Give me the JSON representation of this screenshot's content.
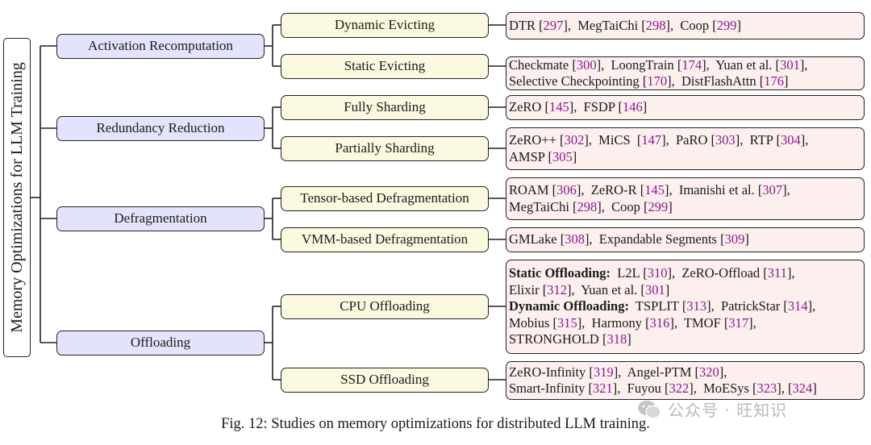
{
  "root": {
    "label": "Memory Optimizations for LLM Training"
  },
  "categories": [
    {
      "label": "Activation Recomputation",
      "children": [
        {
          "label": "Dynamic Evicting",
          "lines": [
            [
              {
                "t": "DTR ["
              },
              {
                "t": "297",
                "ref": true
              },
              {
                "t": "],  MegTaiChi ["
              },
              {
                "t": "298",
                "ref": true
              },
              {
                "t": "],  Coop ["
              },
              {
                "t": "299",
                "ref": true
              },
              {
                "t": "]"
              }
            ]
          ]
        },
        {
          "label": "Static Evicting",
          "lines": [
            [
              {
                "t": "Checkmate ["
              },
              {
                "t": "300",
                "ref": true
              },
              {
                "t": "],  LoongTrain ["
              },
              {
                "t": "174",
                "ref": true
              },
              {
                "t": "],  Yuan et al. ["
              },
              {
                "t": "301",
                "ref": true
              },
              {
                "t": "],"
              }
            ],
            [
              {
                "t": "Selective Checkpointing ["
              },
              {
                "t": "170",
                "ref": true
              },
              {
                "t": "],  DistFlashAttn ["
              },
              {
                "t": "176",
                "ref": true
              },
              {
                "t": "]"
              }
            ]
          ]
        }
      ]
    },
    {
      "label": "Redundancy Reduction",
      "children": [
        {
          "label": "Fully Sharding",
          "lines": [
            [
              {
                "t": "ZeRO ["
              },
              {
                "t": "145",
                "ref": true
              },
              {
                "t": "],  FSDP ["
              },
              {
                "t": "146",
                "ref": true
              },
              {
                "t": "]"
              }
            ]
          ]
        },
        {
          "label": "Partially Sharding",
          "lines": [
            [
              {
                "t": "ZeRO++ ["
              },
              {
                "t": "302",
                "ref": true
              },
              {
                "t": "],  MiCS  ["
              },
              {
                "t": "147",
                "ref": true
              },
              {
                "t": "],  PaRO ["
              },
              {
                "t": "303",
                "ref": true
              },
              {
                "t": "],  RTP ["
              },
              {
                "t": "304",
                "ref": true
              },
              {
                "t": "],"
              }
            ],
            [
              {
                "t": "AMSP ["
              },
              {
                "t": "305",
                "ref": true
              },
              {
                "t": "]"
              }
            ]
          ]
        }
      ]
    },
    {
      "label": "Defragmentation",
      "children": [
        {
          "label": "Tensor-based Defragmentation",
          "lines": [
            [
              {
                "t": "ROAM ["
              },
              {
                "t": "306",
                "ref": true
              },
              {
                "t": "],  ZeRO-R ["
              },
              {
                "t": "145",
                "ref": true
              },
              {
                "t": "],  Imanishi et al. ["
              },
              {
                "t": "307",
                "ref": true
              },
              {
                "t": "],"
              }
            ],
            [
              {
                "t": "MegTaiChi ["
              },
              {
                "t": "298",
                "ref": true
              },
              {
                "t": "],  Coop ["
              },
              {
                "t": "299",
                "ref": true
              },
              {
                "t": "]"
              }
            ]
          ]
        },
        {
          "label": "VMM-based Defragmentation",
          "lines": [
            [
              {
                "t": "GMLake ["
              },
              {
                "t": "308",
                "ref": true
              },
              {
                "t": "],  Expandable Segments ["
              },
              {
                "t": "309",
                "ref": true
              },
              {
                "t": "]"
              }
            ]
          ]
        }
      ]
    },
    {
      "label": "Offloading",
      "children": [
        {
          "label": "CPU Offloading",
          "lines": [
            [
              {
                "t": "Static Offloading:",
                "bold": true
              },
              {
                "t": "  L2L ["
              },
              {
                "t": "310",
                "ref": true
              },
              {
                "t": "],  ZeRO-Offload ["
              },
              {
                "t": "311",
                "ref": true
              },
              {
                "t": "],"
              }
            ],
            [
              {
                "t": "Elixir ["
              },
              {
                "t": "312",
                "ref": true
              },
              {
                "t": "],  Yuan et al. ["
              },
              {
                "t": "301",
                "ref": true
              },
              {
                "t": "]"
              }
            ],
            [
              {
                "t": "Dynamic Offloading:",
                "bold": true
              },
              {
                "t": "  TSPLIT ["
              },
              {
                "t": "313",
                "ref": true
              },
              {
                "t": "],  PatrickStar ["
              },
              {
                "t": "314",
                "ref": true
              },
              {
                "t": "],"
              }
            ],
            [
              {
                "t": "Mobius ["
              },
              {
                "t": "315",
                "ref": true
              },
              {
                "t": "],  Harmony ["
              },
              {
                "t": "316",
                "ref": true
              },
              {
                "t": "],  TMOF ["
              },
              {
                "t": "317",
                "ref": true
              },
              {
                "t": "],"
              }
            ],
            [
              {
                "t": "STRONGHOLD ["
              },
              {
                "t": "318",
                "ref": true
              },
              {
                "t": "]"
              }
            ]
          ]
        },
        {
          "label": "SSD Offloading",
          "lines": [
            [
              {
                "t": "ZeRO-Infinity ["
              },
              {
                "t": "319",
                "ref": true
              },
              {
                "t": "],  Angel-PTM ["
              },
              {
                "t": "320",
                "ref": true
              },
              {
                "t": "],"
              }
            ],
            [
              {
                "t": "Smart-Infinity ["
              },
              {
                "t": "321",
                "ref": true
              },
              {
                "t": "],  Fuyou ["
              },
              {
                "t": "322",
                "ref": true
              },
              {
                "t": "],  MoESys ["
              },
              {
                "t": "323",
                "ref": true
              },
              {
                "t": "], ["
              },
              {
                "t": "324",
                "ref": true
              },
              {
                "t": "]"
              }
            ]
          ]
        }
      ]
    }
  ],
  "caption": "Fig. 12: Studies on memory optimizations for distributed LLM training.",
  "watermark": {
    "text": "公众号 · 旺知识",
    "icon": "wechat-icon"
  },
  "colors": {
    "category_fill": "#e3e4fb",
    "subcategory_fill": "#fcf9e1",
    "leaf_fill": "#fcefee",
    "reference_text": "#8a1a8a",
    "border": "#222222"
  }
}
